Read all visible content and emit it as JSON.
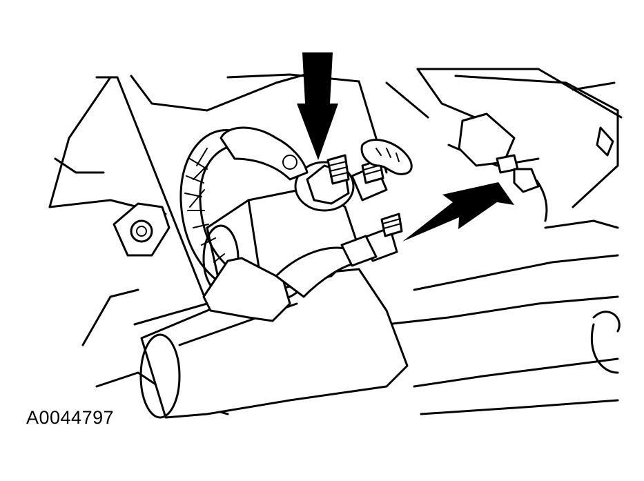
{
  "figure": {
    "id_label": "A0044797"
  },
  "colors": {
    "ink": "#000000",
    "paper": "#ffffff"
  },
  "callouts": [
    {
      "icon": "arrow-down-icon",
      "points_to": "upper-stud-terminal"
    },
    {
      "icon": "arrow-diagonal-icon",
      "points_to": "side-stud-terminal"
    }
  ]
}
